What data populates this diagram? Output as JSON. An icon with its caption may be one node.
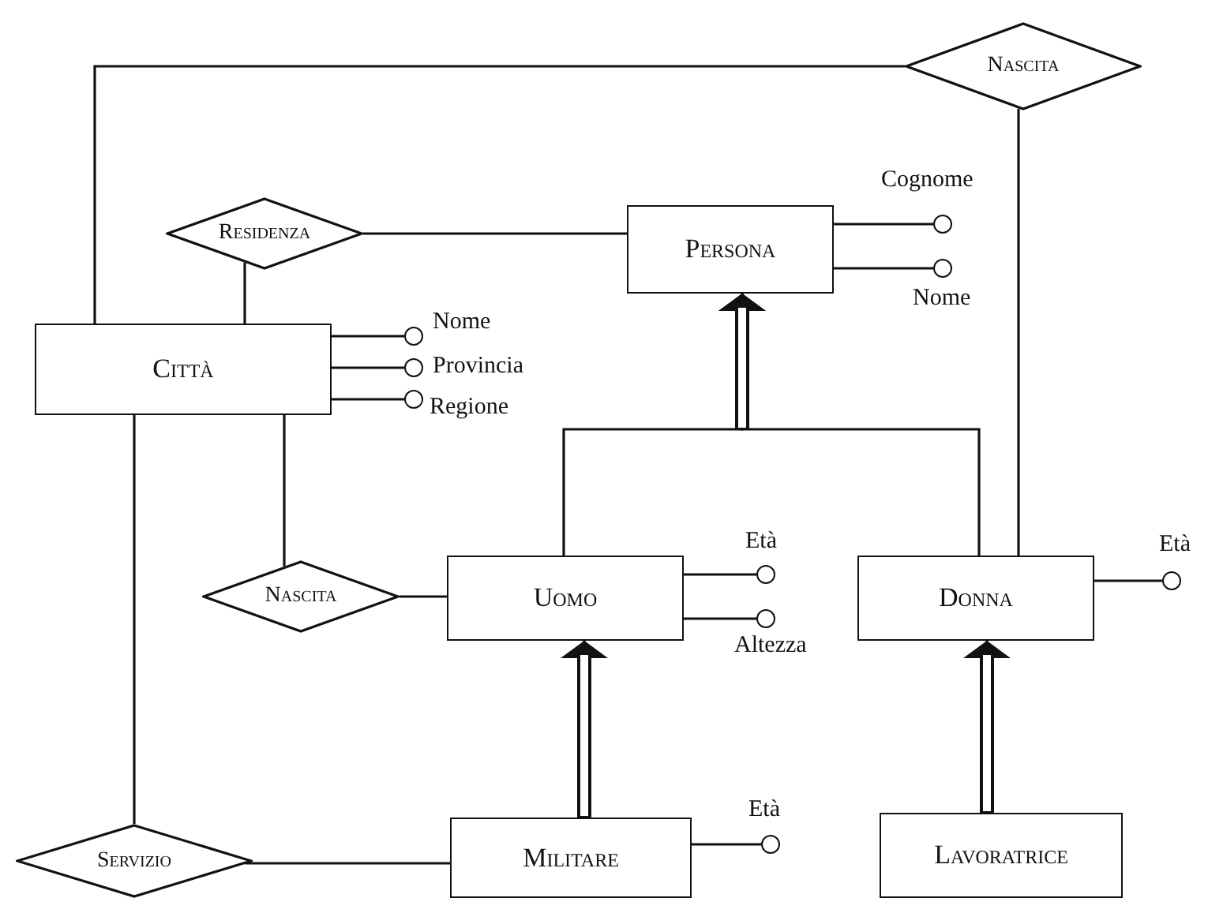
{
  "diagram": {
    "nodes": [
      {
        "text": [
          "Nascita"
        ]
      },
      {
        "text": [
          "Residenza"
        ]
      },
      {
        "text": [
          "Persona"
        ]
      },
      {
        "text": [],
        "shape": "circle",
        "beside": [
          "Cognome"
        ]
      },
      {
        "text": [],
        "shape": "circle",
        "beside": [
          "Nome"
        ]
      },
      {
        "text": [
          "Città"
        ]
      },
      {
        "text": [],
        "shape": "circle",
        "beside": [
          "Nome"
        ]
      },
      {
        "text": [],
        "shape": "circle",
        "beside": [
          "Provincia"
        ]
      },
      {
        "text": [],
        "shape": "circle",
        "beside": [
          "Regione"
        ]
      },
      {
        "text": [
          "Nascita"
        ]
      },
      {
        "text": [
          "Uomo"
        ]
      },
      {
        "text": [],
        "shape": "circle",
        "beside": [
          "Età"
        ]
      },
      {
        "text": [],
        "shape": "circle",
        "beside": [
          "Altezza"
        ]
      },
      {
        "text": [
          "Donna"
        ]
      },
      {
        "text": [],
        "shape": "circle",
        "beside": [
          "Età"
        ]
      },
      {
        "text": [
          "Servizio"
        ]
      },
      {
        "text": [
          "Militare"
        ]
      },
      {
        "text": [],
        "shape": "circle",
        "beside": [
          "Età"
        ]
      },
      {
        "text": [
          "Lavoratrice"
        ]
      }
    ],
    "edges": [
      {
        "from": 0,
        "to": 5,
        "arrow": "none"
      },
      {
        "from": 0,
        "to": 13,
        "arrow": "none"
      },
      {
        "from": 1,
        "to": 2,
        "arrow": "none"
      },
      {
        "from": 1,
        "to": 5,
        "arrow": "none"
      },
      {
        "from": 2,
        "to": 3,
        "arrow": "none"
      },
      {
        "from": 2,
        "to": 4,
        "arrow": "none"
      },
      {
        "from": 5,
        "to": 6,
        "arrow": "none"
      },
      {
        "from": 5,
        "to": 7,
        "arrow": "none"
      },
      {
        "from": 5,
        "to": 8,
        "arrow": "none"
      },
      {
        "from": 5,
        "to": 9,
        "arrow": "none"
      },
      {
        "from": 9,
        "to": 10,
        "arrow": "none"
      },
      {
        "from": 10,
        "to": 11,
        "arrow": "none"
      },
      {
        "from": 10,
        "to": 12,
        "arrow": "none"
      },
      {
        "from": 10,
        "to": 2,
        "arrow": "to"
      },
      {
        "from": 13,
        "to": 2,
        "arrow": "to"
      },
      {
        "from": 13,
        "to": 14,
        "arrow": "none"
      },
      {
        "from": 5,
        "to": 15,
        "arrow": "none"
      },
      {
        "from": 15,
        "to": 16,
        "arrow": "none"
      },
      {
        "from": 16,
        "to": 17,
        "arrow": "none"
      },
      {
        "from": 16,
        "to": 10,
        "arrow": "to"
      },
      {
        "from": 18,
        "to": 13,
        "arrow": "to"
      }
    ]
  }
}
